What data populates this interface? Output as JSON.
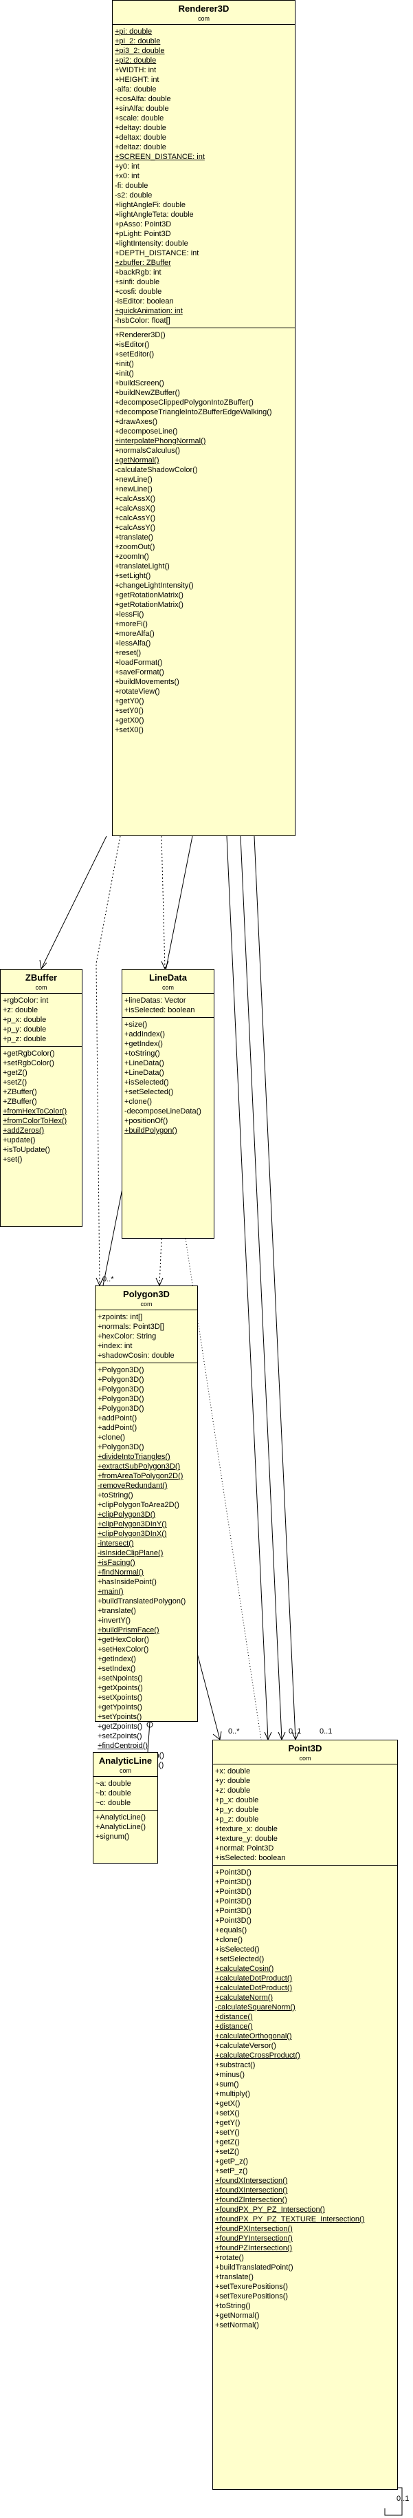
{
  "classes": {
    "renderer": {
      "name": "Renderer3D",
      "package": "com",
      "fields": [
        {
          "t": "+pi: double",
          "u": true
        },
        {
          "t": "+pi_2: double",
          "u": true
        },
        {
          "t": "+pi3_2: double",
          "u": true
        },
        {
          "t": "+pi2: double",
          "u": true
        },
        {
          "t": "+WIDTH: int"
        },
        {
          "t": "+HEIGHT: int"
        },
        {
          "t": "-alfa: double"
        },
        {
          "t": "+cosAlfa: double"
        },
        {
          "t": "+sinAlfa: double"
        },
        {
          "t": "+scale: double"
        },
        {
          "t": "+deltay: double"
        },
        {
          "t": "+deltax: double"
        },
        {
          "t": "+deltaz: double"
        },
        {
          "t": "+SCREEN_DISTANCE: int",
          "u": true
        },
        {
          "t": "+y0: int"
        },
        {
          "t": "+x0: int"
        },
        {
          "t": "-fi: double"
        },
        {
          "t": "-s2: double"
        },
        {
          "t": "+lightAngleFi: double"
        },
        {
          "t": "+lightAngleTeta: double"
        },
        {
          "t": "+pAsso: Point3D"
        },
        {
          "t": "+pLight: Point3D"
        },
        {
          "t": "+lightIntensity: double"
        },
        {
          "t": "+DEPTH_DISTANCE: int"
        },
        {
          "t": "+zbuffer: ZBuffer",
          "u": true
        },
        {
          "t": "+backRgb: int"
        },
        {
          "t": "+sinfi: double"
        },
        {
          "t": "+cosfi: double"
        },
        {
          "t": "-isEditor: boolean"
        },
        {
          "t": "+quickAnimation: int",
          "u": true
        },
        {
          "t": "-hsbColor: float[]"
        }
      ],
      "methods": [
        {
          "t": "+Renderer3D()"
        },
        {
          "t": "+isEditor()"
        },
        {
          "t": "+setEditor()"
        },
        {
          "t": "+init()"
        },
        {
          "t": "+init()"
        },
        {
          "t": "+buildScreen()"
        },
        {
          "t": "+buildNewZBuffer()"
        },
        {
          "t": "+decomposeClippedPolygonIntoZBuffer()"
        },
        {
          "t": "+decomposeTriangleIntoZBufferEdgeWalking()"
        },
        {
          "t": "+drawAxes()"
        },
        {
          "t": "+decomposeLine()"
        },
        {
          "t": "+interpolatePhongNormal()",
          "u": true
        },
        {
          "t": "+normalsCalculus()"
        },
        {
          "t": "+getNormal()",
          "u": true
        },
        {
          "t": "-calculateShadowColor()"
        },
        {
          "t": "+newLine()"
        },
        {
          "t": "+newLine()"
        },
        {
          "t": "+calcAssX()"
        },
        {
          "t": "+calcAssX()"
        },
        {
          "t": "+calcAssY()"
        },
        {
          "t": "+calcAssY()"
        },
        {
          "t": "+translate()"
        },
        {
          "t": "+zoomOut()"
        },
        {
          "t": "+zoomIn()"
        },
        {
          "t": "+translateLight()"
        },
        {
          "t": "+setLight()"
        },
        {
          "t": "+changeLightIntensity()"
        },
        {
          "t": "+getRotationMatrix()"
        },
        {
          "t": "+getRotationMatrix()"
        },
        {
          "t": "+lessFi()"
        },
        {
          "t": "+moreFi()"
        },
        {
          "t": "+moreAlfa()"
        },
        {
          "t": "+lessAlfa()"
        },
        {
          "t": "+reset()"
        },
        {
          "t": "+loadFormat()"
        },
        {
          "t": "+saveFormat()"
        },
        {
          "t": "+buildMovements()"
        },
        {
          "t": "+rotateView()"
        },
        {
          "t": "+getY0()"
        },
        {
          "t": "+setY0()"
        },
        {
          "t": "+getX0()"
        },
        {
          "t": "+setX0()"
        }
      ]
    },
    "zbuffer": {
      "name": "ZBuffer",
      "package": "com",
      "fields": [
        {
          "t": "+rgbColor: int"
        },
        {
          "t": "+z: double"
        },
        {
          "t": "+p_x: double"
        },
        {
          "t": "+p_y: double"
        },
        {
          "t": "+p_z: double"
        }
      ],
      "methods": [
        {
          "t": "+getRgbColor()"
        },
        {
          "t": "+setRgbColor()"
        },
        {
          "t": "+getZ()"
        },
        {
          "t": "+setZ()"
        },
        {
          "t": "+ZBuffer()"
        },
        {
          "t": "+ZBuffer()"
        },
        {
          "t": "+fromHexToColor()",
          "u": true
        },
        {
          "t": "+fromColorToHex()",
          "u": true
        },
        {
          "t": "+addZeros()",
          "u": true
        },
        {
          "t": "+update()"
        },
        {
          "t": "+isToUpdate()"
        },
        {
          "t": "+set()"
        }
      ]
    },
    "linedata": {
      "name": "LineData",
      "package": "com",
      "fields": [
        {
          "t": "+lineDatas: Vector"
        },
        {
          "t": "+isSelected: boolean"
        }
      ],
      "methods": [
        {
          "t": "+size()"
        },
        {
          "t": "+addIndex()"
        },
        {
          "t": "+getIndex()"
        },
        {
          "t": "+toString()"
        },
        {
          "t": "+LineData()"
        },
        {
          "t": "+LineData()"
        },
        {
          "t": "+isSelected()"
        },
        {
          "t": "+setSelected()"
        },
        {
          "t": "+clone()"
        },
        {
          "t": "-decomposeLineData()"
        },
        {
          "t": "+positionOf()"
        },
        {
          "t": "+buildPolygon()",
          "u": true
        }
      ]
    },
    "polygon": {
      "name": "Polygon3D",
      "package": "com",
      "fields": [
        {
          "t": "+zpoints: int[]"
        },
        {
          "t": "+normals: Point3D[]"
        },
        {
          "t": "+hexColor: String"
        },
        {
          "t": "+index: int"
        },
        {
          "t": "+shadowCosin: double"
        }
      ],
      "methods": [
        {
          "t": "+Polygon3D()"
        },
        {
          "t": "+Polygon3D()"
        },
        {
          "t": "+Polygon3D()"
        },
        {
          "t": "+Polygon3D()"
        },
        {
          "t": "+Polygon3D()"
        },
        {
          "t": "+addPoint()"
        },
        {
          "t": "+addPoint()"
        },
        {
          "t": "+clone()"
        },
        {
          "t": "+Polygon3D()"
        },
        {
          "t": "+divideIntoTriangles()",
          "u": true
        },
        {
          "t": "+extractSubPolygon3D()",
          "u": true
        },
        {
          "t": "+fromAreaToPolygon2D()",
          "u": true
        },
        {
          "t": "-removeRedundant()",
          "u": true
        },
        {
          "t": "+toString()"
        },
        {
          "t": "+clipPolygonToArea2D()"
        },
        {
          "t": "+clipPolygon3D()",
          "u": true
        },
        {
          "t": "+clipPolygon3DInY()",
          "u": true
        },
        {
          "t": "+clipPolygon3DInX()",
          "u": true
        },
        {
          "t": "-intersect()",
          "u": true
        },
        {
          "t": "-isInsideClipPlane()",
          "u": true
        },
        {
          "t": "+isFacing()",
          "u": true
        },
        {
          "t": "+findNormal()",
          "u": true
        },
        {
          "t": "+hasInsidePoint()"
        },
        {
          "t": "+main()",
          "u": true
        },
        {
          "t": "+buildTranslatedPolygon()"
        },
        {
          "t": "+translate()"
        },
        {
          "t": "+invertY()"
        },
        {
          "t": "+buildPrismFace()",
          "u": true
        },
        {
          "t": "+getHexColor()"
        },
        {
          "t": "+setHexColor()"
        },
        {
          "t": "+getIndex()"
        },
        {
          "t": "+setIndex()"
        },
        {
          "t": "+setNpoints()"
        },
        {
          "t": "+getXpoints()"
        },
        {
          "t": "+setXpoints()"
        },
        {
          "t": "+getYpoints()"
        },
        {
          "t": "+setYpoints()"
        },
        {
          "t": "+getZpoints()"
        },
        {
          "t": "+setZpoints()"
        },
        {
          "t": "+findCentroid()",
          "u": true
        },
        {
          "t": "+getShadowCosin()"
        },
        {
          "t": "+setShadowCosin()"
        }
      ]
    },
    "analytic": {
      "name": "AnalyticLine",
      "package": "com",
      "fields": [
        {
          "t": "~a: double"
        },
        {
          "t": "~b: double"
        },
        {
          "t": "~c: double"
        }
      ],
      "methods": [
        {
          "t": "+AnalyticLine()"
        },
        {
          "t": "+AnalyticLine()"
        },
        {
          "t": "+signum()"
        }
      ]
    },
    "point": {
      "name": "Point3D",
      "package": "com",
      "fields": [
        {
          "t": "+x: double"
        },
        {
          "t": "+y: double"
        },
        {
          "t": "+z: double"
        },
        {
          "t": "+p_x: double"
        },
        {
          "t": "+p_y: double"
        },
        {
          "t": "+p_z: double"
        },
        {
          "t": "+texture_x: double"
        },
        {
          "t": "+texture_y: double"
        },
        {
          "t": "+normal: Point3D"
        },
        {
          "t": "+isSelected: boolean"
        }
      ],
      "methods": [
        {
          "t": "+Point3D()"
        },
        {
          "t": "+Point3D()"
        },
        {
          "t": "+Point3D()"
        },
        {
          "t": "+Point3D()"
        },
        {
          "t": "+Point3D()"
        },
        {
          "t": "+Point3D()"
        },
        {
          "t": "+equals()"
        },
        {
          "t": "+clone()"
        },
        {
          "t": "+isSelected()"
        },
        {
          "t": "+setSelected()"
        },
        {
          "t": "+calculateCosin()",
          "u": true
        },
        {
          "t": "+calculateDotProduct()",
          "u": true
        },
        {
          "t": "+calculateDotProduct()",
          "u": true
        },
        {
          "t": "+calculateNorm()",
          "u": true
        },
        {
          "t": "-calculateSquareNorm()",
          "u": true
        },
        {
          "t": "+distance()",
          "u": true
        },
        {
          "t": "+distance()",
          "u": true
        },
        {
          "t": "+calculateOrthogonal()",
          "u": true
        },
        {
          "t": "+calculateVersor()"
        },
        {
          "t": "+calculateCrossProduct()",
          "u": true
        },
        {
          "t": "+substract()"
        },
        {
          "t": "+minus()"
        },
        {
          "t": "+sum()"
        },
        {
          "t": "+multiply()"
        },
        {
          "t": "+getX()"
        },
        {
          "t": "+setX()"
        },
        {
          "t": "+getY()"
        },
        {
          "t": "+setY()"
        },
        {
          "t": "+getZ()"
        },
        {
          "t": "+setZ()"
        },
        {
          "t": "+getP_z()"
        },
        {
          "t": "+setP_z()"
        },
        {
          "t": "+foundXIntersection()",
          "u": true
        },
        {
          "t": "+foundXIntersection()",
          "u": true
        },
        {
          "t": "+foundZIntersection()",
          "u": true
        },
        {
          "t": "+foundPX_PY_PZ_Intersection()",
          "u": true
        },
        {
          "t": "+foundPX_PY_PZ_TEXTURE_Intersection()",
          "u": true
        },
        {
          "t": "+foundPXIntersection()",
          "u": true
        },
        {
          "t": "+foundPYIntersection()",
          "u": true
        },
        {
          "t": "+foundPZIntersection()",
          "u": true
        },
        {
          "t": "+rotate()"
        },
        {
          "t": "+buildTranslatedPoint()"
        },
        {
          "t": "+translate()"
        },
        {
          "t": "+setTexurePositions()"
        },
        {
          "t": "+setTexurePositions()"
        },
        {
          "t": "+toString()"
        },
        {
          "t": "+getNormal()"
        },
        {
          "t": "+setNormal()"
        }
      ]
    }
  },
  "multiplicities": {
    "polygon_to_point": "0..*",
    "renderer_to_polygon": "0..*",
    "renderer_to_point_a": "0..1",
    "renderer_to_point_b": "0..1",
    "point_self": "0..1"
  }
}
